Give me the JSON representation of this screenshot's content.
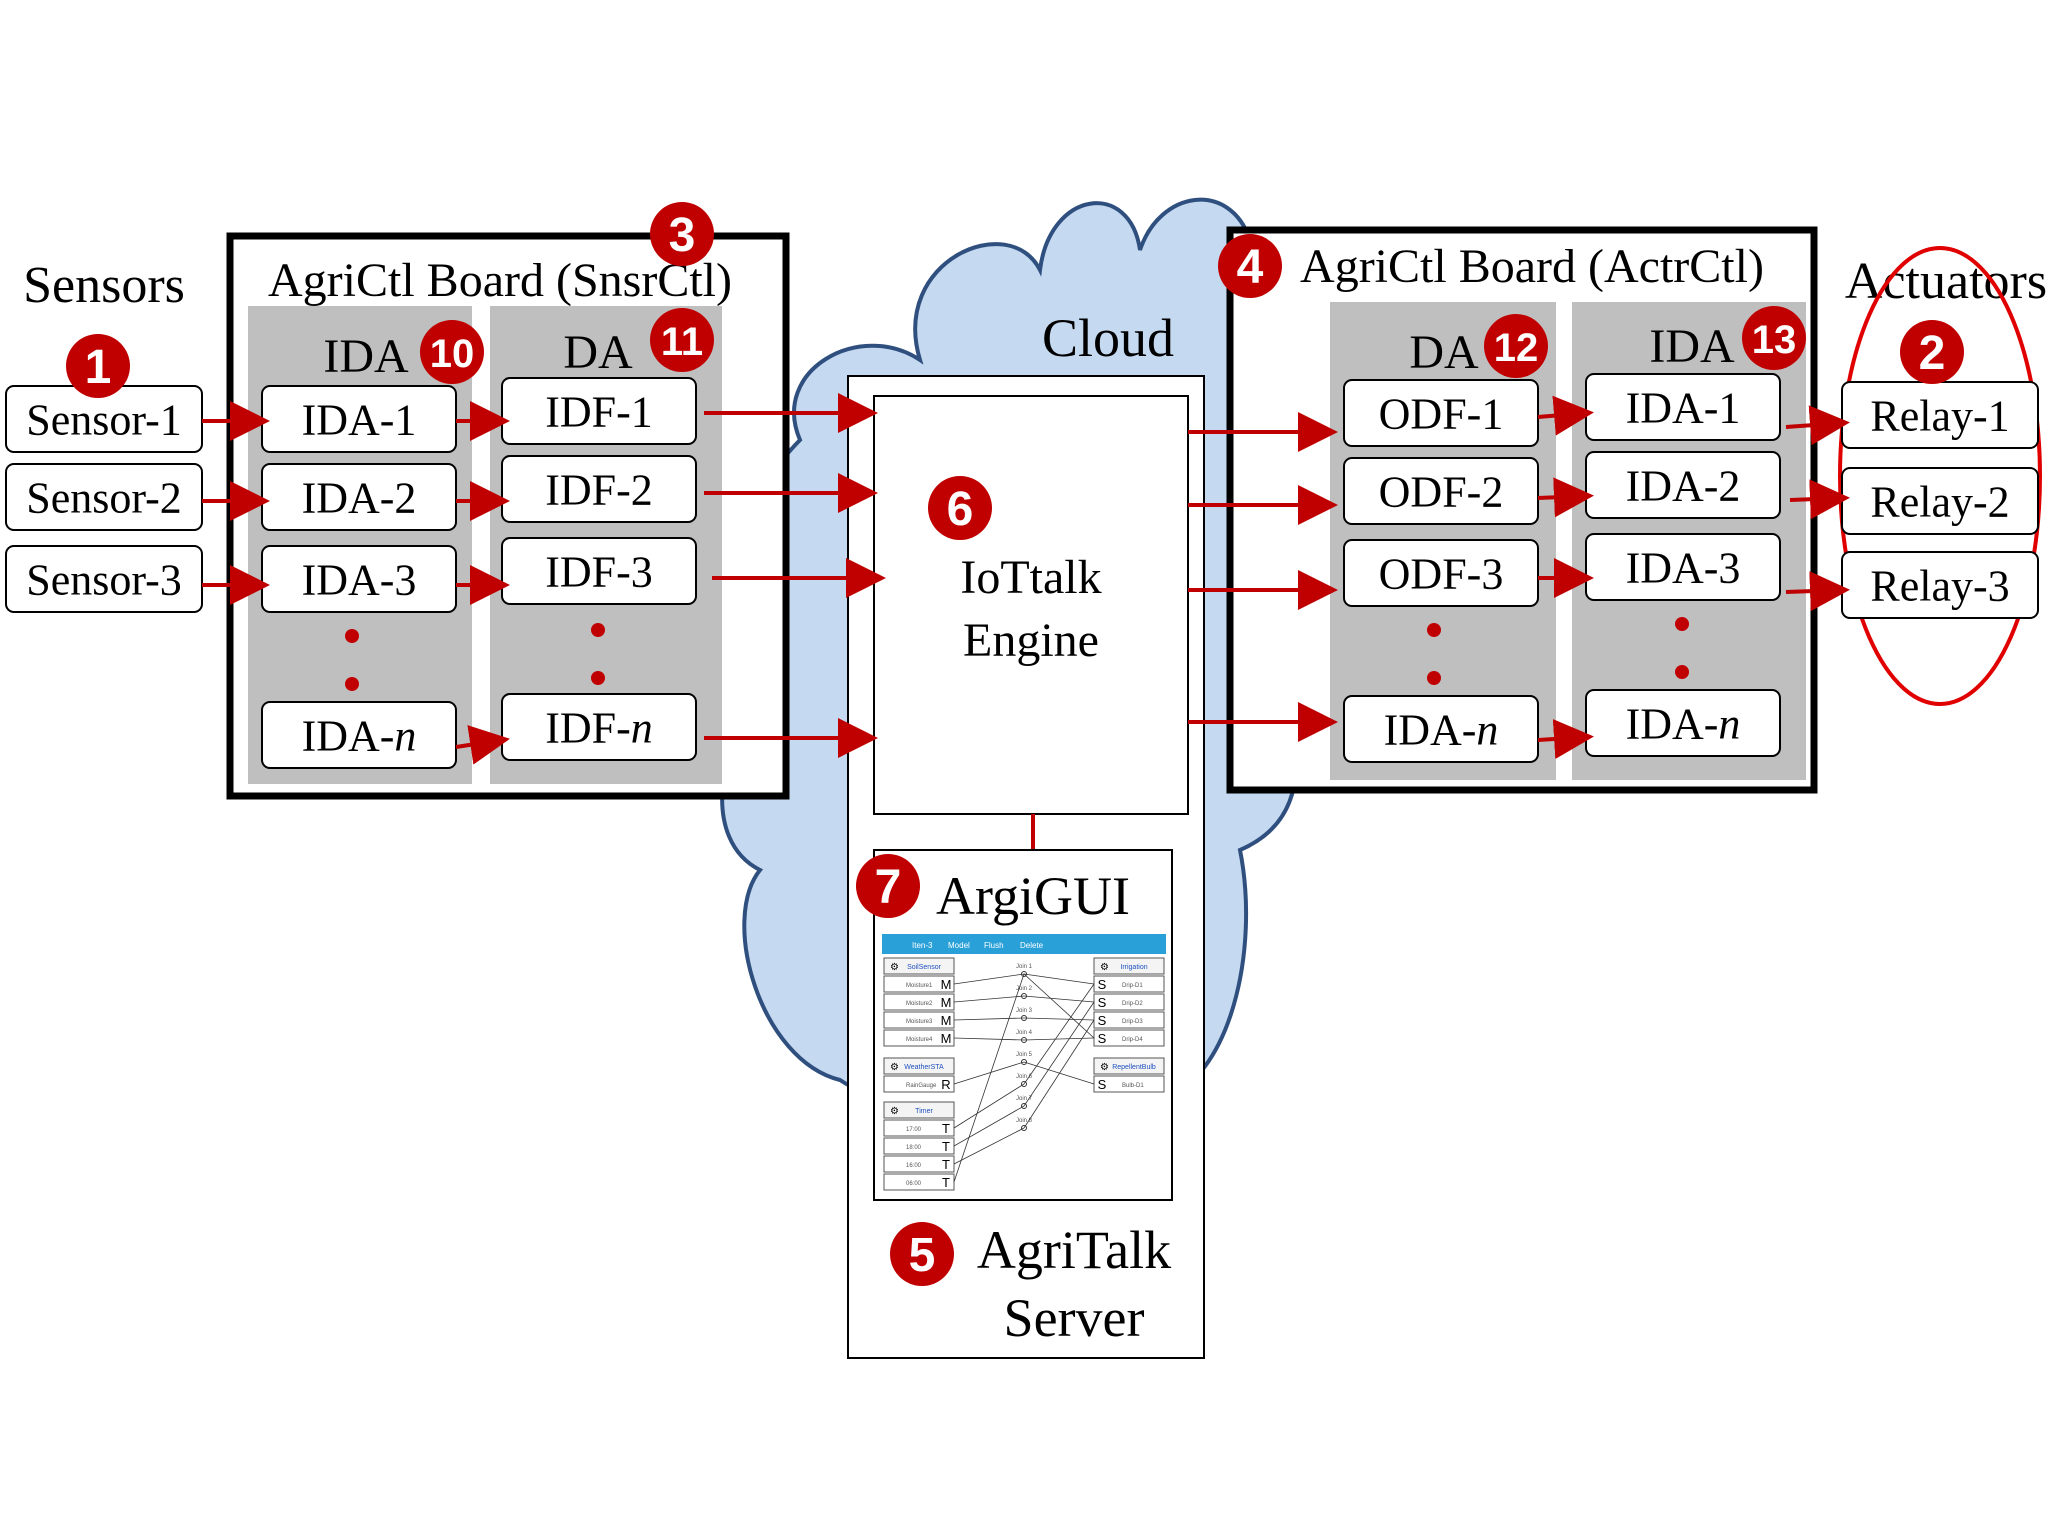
{
  "labels": {
    "sensors": "Sensors",
    "actuators": "Actuators",
    "cloud": "Cloud",
    "snsr_board": "AgriCtl Board (SnsrCtl)",
    "actr_board": "AgriCtl Board (ActrCtl)",
    "engine_line1": "IoTtalk",
    "engine_line2": "Engine",
    "gui": "ArgiGUI",
    "server_line1": "AgriTalk",
    "server_line2": "Server",
    "ida": "IDA",
    "da": "DA"
  },
  "badges": {
    "b1": "1",
    "b2": "2",
    "b3": "3",
    "b4": "4",
    "b5": "5",
    "b6": "6",
    "b7": "7",
    "b10": "10",
    "b11": "11",
    "b12": "12",
    "b13": "13"
  },
  "sensors": [
    "Sensor-1",
    "Sensor-2",
    "Sensor-3"
  ],
  "snsr_ida": [
    {
      "base": "IDA-1",
      "italic": ""
    },
    {
      "base": "IDA-2",
      "italic": ""
    },
    {
      "base": "IDA-3",
      "italic": ""
    },
    {
      "base": "IDA-",
      "italic": "n"
    }
  ],
  "snsr_idf": [
    {
      "base": "IDF-1",
      "italic": ""
    },
    {
      "base": "IDF-2",
      "italic": ""
    },
    {
      "base": "IDF-3",
      "italic": ""
    },
    {
      "base": "IDF-",
      "italic": "n"
    }
  ],
  "actr_odf": [
    {
      "base": "ODF-1",
      "italic": ""
    },
    {
      "base": "ODF-2",
      "italic": ""
    },
    {
      "base": "ODF-3",
      "italic": ""
    },
    {
      "base": "IDA-",
      "italic": "n"
    }
  ],
  "actr_ida": [
    {
      "base": "IDA-1",
      "italic": ""
    },
    {
      "base": "IDA-2",
      "italic": ""
    },
    {
      "base": "IDA-3",
      "italic": ""
    },
    {
      "base": "IDA-",
      "italic": "n"
    }
  ],
  "relays": [
    "Relay-1",
    "Relay-2",
    "Relay-3"
  ],
  "gui_shot": {
    "menu": [
      "Iten-3",
      "Model",
      "Flush",
      "Delete"
    ],
    "soil": {
      "title": "SoilSensor",
      "rows": [
        "Moisture1",
        "Moisture2",
        "Moisture3",
        "Moisture4"
      ],
      "tag": "M"
    },
    "weather": {
      "title": "WeatherSTA",
      "rows": [
        "RainGauge"
      ],
      "tag": "R"
    },
    "timer": {
      "title": "Timer",
      "rows": [
        "17:00",
        "18:00",
        "16:00",
        "06:00"
      ],
      "tag": "T"
    },
    "irrigation": {
      "title": "Irrigation",
      "rows": [
        "Drip-D1",
        "Drip-D2",
        "Drip-D3",
        "Drip-D4"
      ],
      "tag": "S"
    },
    "repellent": {
      "title": "RepellentBulb",
      "rows": [
        "Bulb-D1"
      ],
      "tag": "S"
    },
    "joins": [
      "Join 1",
      "Join 2",
      "Join 3",
      "Join 4",
      "Join 5",
      "Join 6",
      "Join 7",
      "Join 8"
    ]
  },
  "colors": {
    "arrow": "#c00000",
    "badge": "#c00000",
    "panel_gray": "#bfbfbf",
    "cloud_fill": "#c5d9f1",
    "cloud_stroke": "#2f4f7f",
    "gui_header": "#2aa0d8"
  }
}
